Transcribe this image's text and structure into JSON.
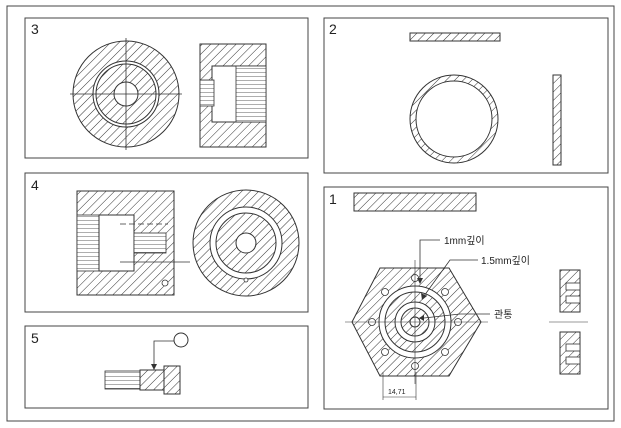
{
  "panels": [
    {
      "number": "1"
    },
    {
      "number": "2"
    },
    {
      "number": "3"
    },
    {
      "number": "4"
    },
    {
      "number": "5"
    }
  ],
  "annotations": {
    "depth_1mm": "1mm깊이",
    "depth_1_5mm": "1.5mm깊이",
    "through_hole": "관통",
    "dimension": "14,71"
  }
}
